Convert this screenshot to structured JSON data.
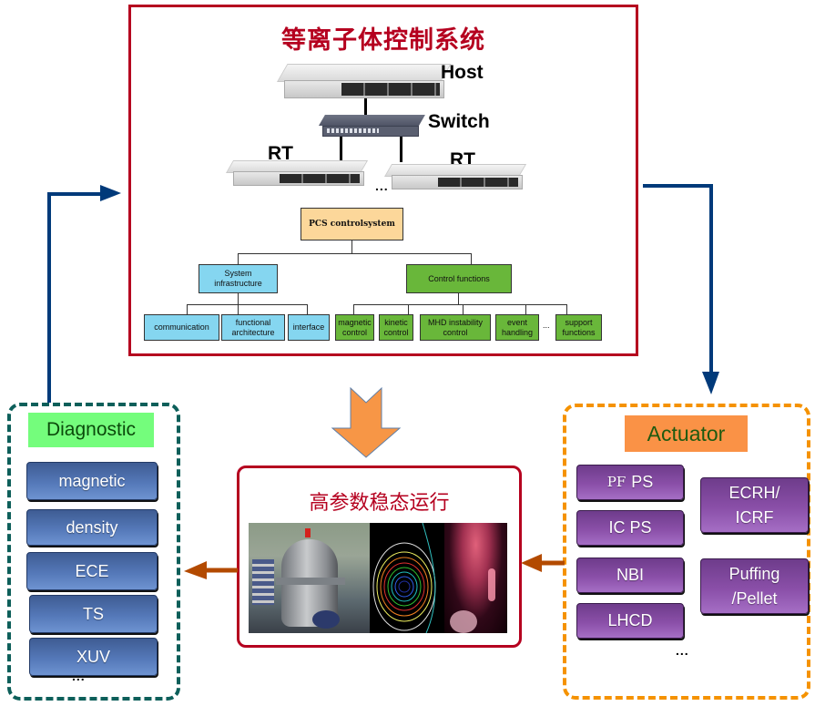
{
  "pcs_system": {
    "title": "等离子体控制系统",
    "hardware": {
      "host_label": "Host",
      "switch_label": "Switch",
      "rt_labels": [
        "RT",
        "RT"
      ],
      "ellipsis": "..."
    },
    "org_chart": {
      "root": "PCS controlsystem",
      "branches": [
        {
          "label": "System infrastructure",
          "color": "#85d6f0",
          "children": [
            "communication",
            "functional architecture",
            "interface"
          ]
        },
        {
          "label": "Control functions",
          "color": "#69b73a",
          "children": [
            "magnetic control",
            "kinetic control",
            "MHD instability control",
            "event handling",
            "support functions"
          ],
          "ellipsis": "..."
        }
      ]
    }
  },
  "center": {
    "title": "高参数稳态运行",
    "image_panels": [
      "tokamak-device-photo",
      "plasma-flux-contours",
      "plasma-emission-camera"
    ]
  },
  "diagnostic": {
    "title": "Diagnostic",
    "items": [
      "magnetic",
      "density",
      "ECE",
      "TS",
      "XUV"
    ],
    "ellipsis": "..."
  },
  "actuator": {
    "title": "Actuator",
    "left_items": [
      {
        "prefix": "PF",
        "label": "PS"
      },
      {
        "prefix": "",
        "label": "IC PS"
      },
      {
        "prefix": "",
        "label": "NBI"
      },
      {
        "prefix": "",
        "label": "LHCD"
      }
    ],
    "right_items": [
      {
        "line1": "ECRH/",
        "line2": "ICRF"
      },
      {
        "line1": "Puffing",
        "line2": "/Pellet"
      }
    ],
    "ellipsis": "..."
  },
  "colors": {
    "frame_red": "#b5001f",
    "flow_arrow_blue": "#003a7a",
    "feedback_arrow": "#b34a00",
    "main_arrow_orange": "#f79646",
    "diagnostic_border": "#0d5f5a",
    "actuator_border": "#f59200"
  }
}
